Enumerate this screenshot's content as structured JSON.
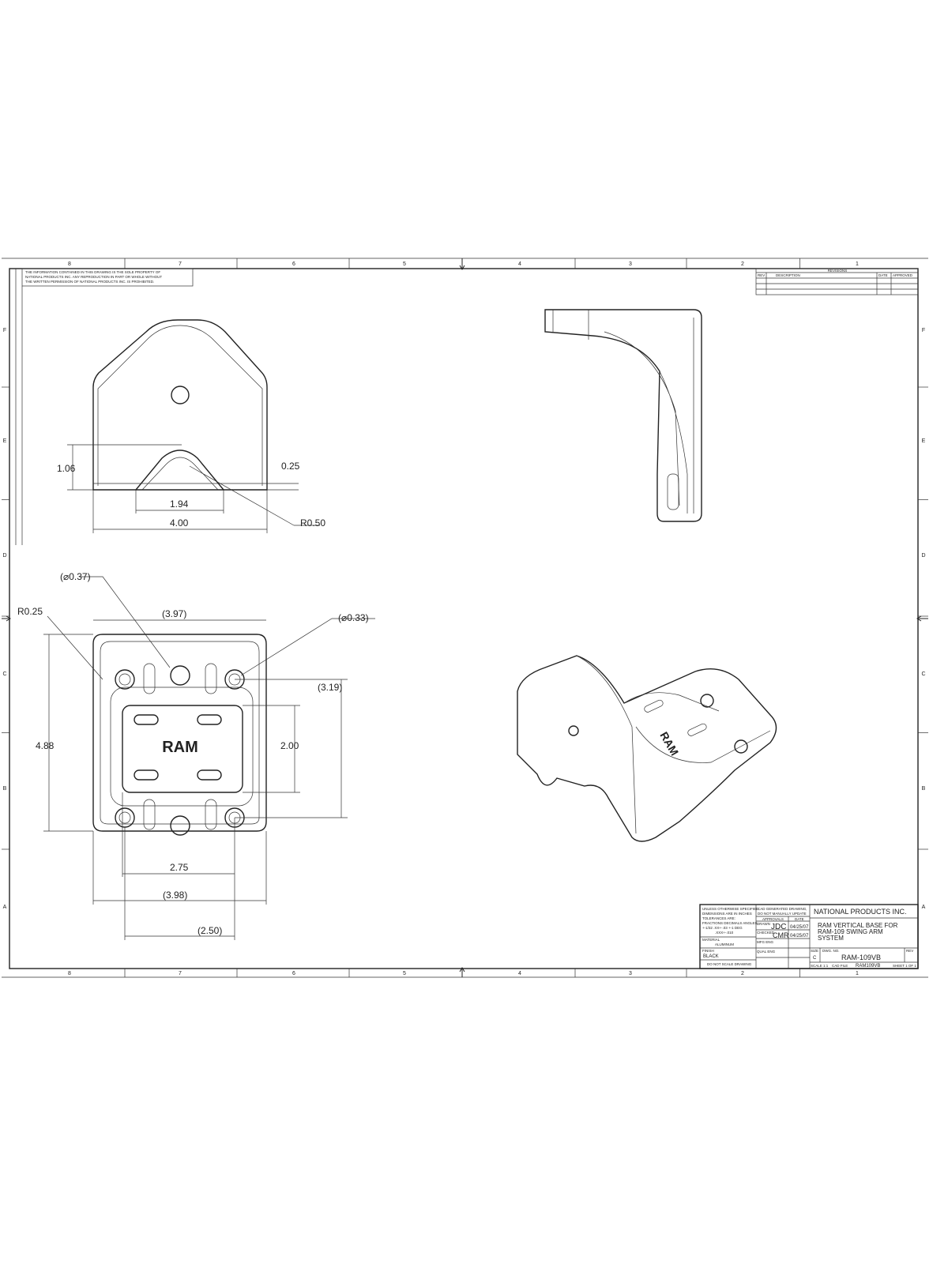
{
  "notice": [
    "THE INFORMATION CONTAINED IN THIS DRAWING IS THE SOLE PROPERTY OF",
    "NATIONAL PRODUCTS INC. ANY REPRODUCTION IN PART OR WHOLE WITHOUT",
    "THE WRITTEN PERMISSION OF NATIONAL PRODUCTS INC. IS PROHIBITED."
  ],
  "zones": {
    "columns": [
      "8",
      "7",
      "6",
      "5",
      "4",
      "3",
      "2",
      "1"
    ],
    "rows": [
      "F",
      "E",
      "D",
      "C",
      "B",
      "A"
    ]
  },
  "revisions": {
    "title": "REVISIONS",
    "headers": [
      "REV",
      "DESCRIPTION",
      "DATE",
      "APPROVED"
    ]
  },
  "dimensions": {
    "front": [
      "1.06",
      "0.25",
      "1.94",
      "4.00",
      "R0.50"
    ],
    "top": [
      "(⌀0.37)",
      "R0.25",
      "(3.97)",
      "(⌀0.33)",
      "(3.19)",
      "4.88",
      "2.00",
      "2.75",
      "(3.98)",
      "(2.50)"
    ],
    "logo": "RAM"
  },
  "title_block": {
    "tolerances": [
      "UNLESS OTHERWISE SPECIFIED",
      "DIMENSIONS ARE IN INCHES",
      "TOLERANCES ARE:",
      "FRACTIONS  DECIMALS  ANGLES",
      "+-1/32  .XX+-.03  +-1 DEG",
      ".XXX+-.010"
    ],
    "cad_note": [
      "CAD GENERATED DRAWING,",
      "DO NOT MANUALLY UPDATE"
    ],
    "approvals_label": "APPROVALS",
    "date_label": "DATE",
    "drawn_label": "DRAWN",
    "drawn_by": "JDC",
    "drawn_date": "04/25/07",
    "checked_label": "CHECKED",
    "checked_by": "CMR",
    "checked_date": "04/25/07",
    "mfg_label": "MFG ENG",
    "qa_label": "QUAL ENG",
    "material_label": "MATERIAL",
    "material": "ALUMINUM",
    "finish_label": "FINISH",
    "finish": "BLACK",
    "no_scale": "DO NOT SCALE DRAWING",
    "company": "NATIONAL PRODUCTS INC.",
    "title": [
      "RAM VERTICAL BASE FOR",
      "RAM-109 SWING ARM",
      "SYSTEM"
    ],
    "size_label": "SIZE",
    "size": "C",
    "dwg_label": "DWG. NO.",
    "dwg_no": "RAM-109VB",
    "rev_label": "REV",
    "scale": "SCALE 1:1",
    "cad_file_label": "CAD FILE",
    "cad_file": "RAM109VB",
    "sheet": "SHEET 1 OF 1"
  }
}
